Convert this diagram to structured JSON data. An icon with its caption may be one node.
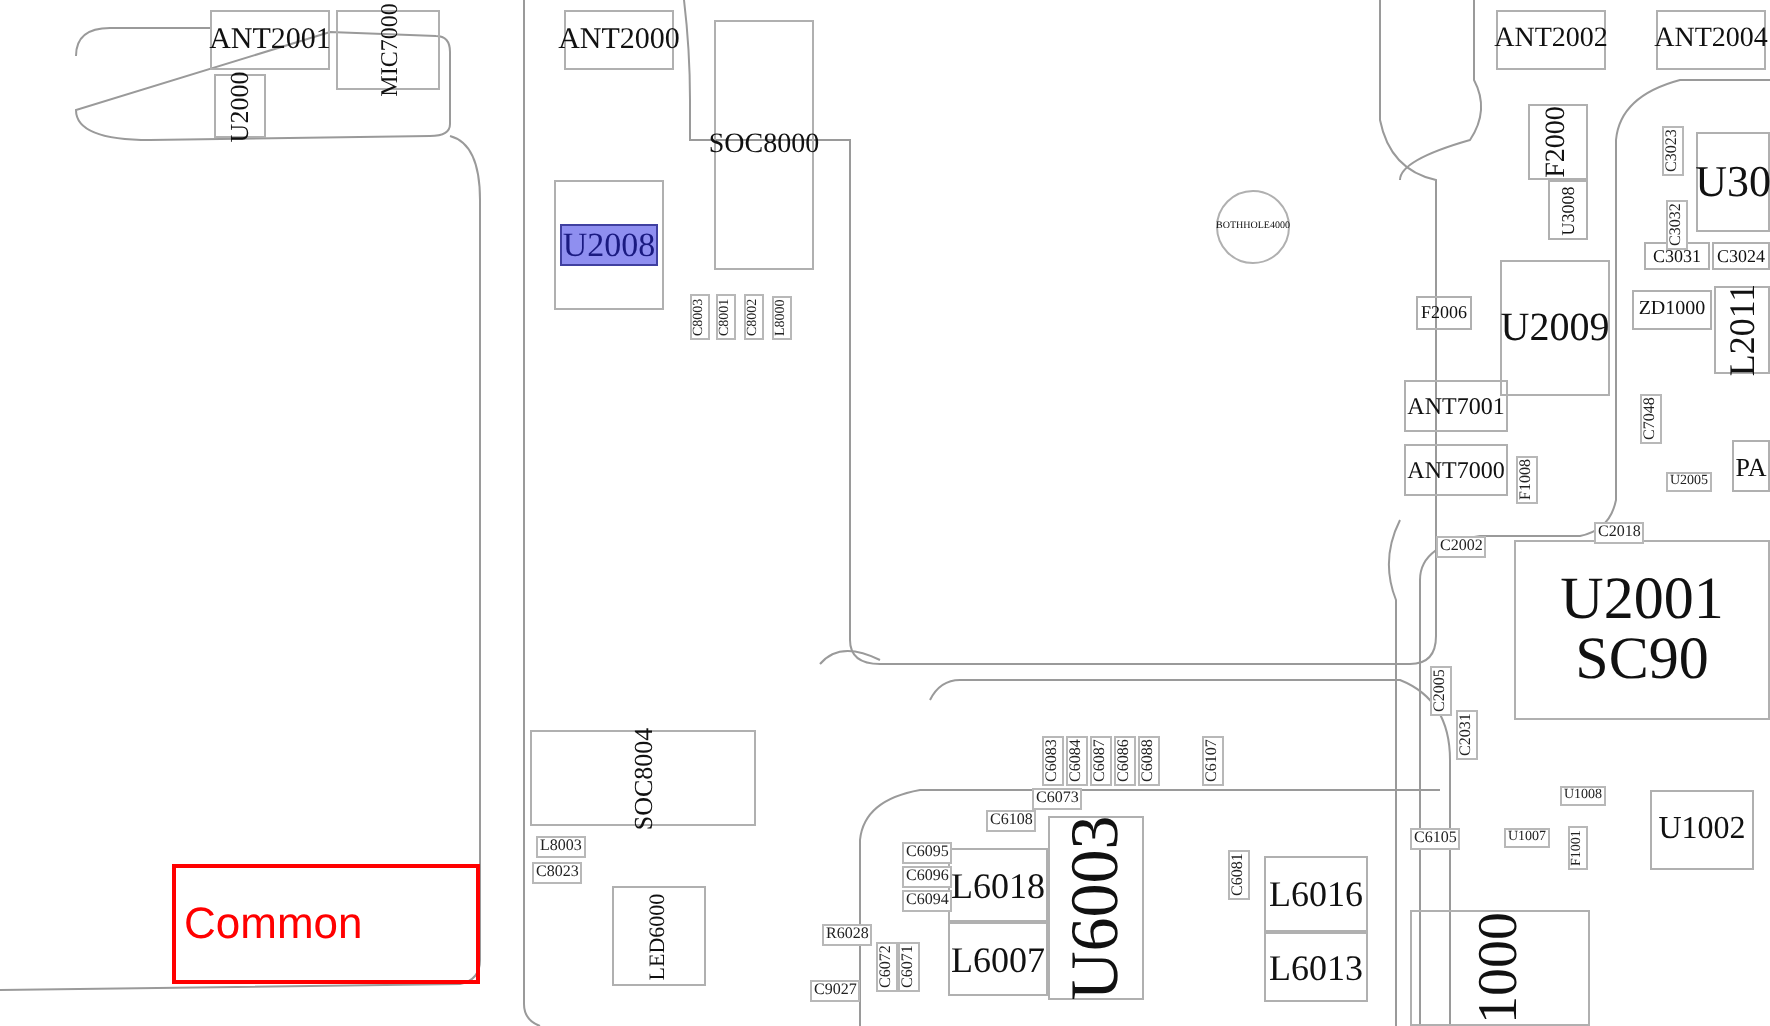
{
  "diagram": {
    "nodes": [
      {
        "text": [
          "ANT2001"
        ]
      },
      {
        "text": [
          "U2000"
        ]
      },
      {
        "text": [
          "MIC7000"
        ]
      },
      {
        "text": [
          "ANT2000"
        ]
      },
      {
        "text": [
          "SOC8000"
        ]
      },
      {
        "text": [
          "U2008"
        ]
      },
      {
        "text": [
          "BOTHHOLE4000"
        ]
      },
      {
        "text": [
          "ANT2002"
        ]
      },
      {
        "text": [
          "ANT2004"
        ]
      },
      {
        "text": [
          "F2000"
        ]
      },
      {
        "text": [
          "U3008"
        ]
      },
      {
        "text": [
          "U30"
        ]
      },
      {
        "text": [
          "C3031"
        ]
      },
      {
        "text": [
          "C3024"
        ]
      },
      {
        "text": [
          "U2009"
        ]
      },
      {
        "text": [
          "F2006"
        ]
      },
      {
        "text": [
          "ZD1000"
        ]
      },
      {
        "text": [
          "L2011"
        ]
      },
      {
        "text": [
          "ANT7001"
        ]
      },
      {
        "text": [
          "ANT7000"
        ]
      },
      {
        "text": [
          "PA"
        ]
      },
      {
        "text": [
          "U2001",
          "SC90"
        ]
      },
      {
        "text": [
          "U6003"
        ]
      },
      {
        "text": [
          "L6018"
        ]
      },
      {
        "text": [
          "L6007"
        ]
      },
      {
        "text": [
          "L6016"
        ]
      },
      {
        "text": [
          "L6013"
        ]
      },
      {
        "text": [
          "U1002"
        ]
      },
      {
        "text": [
          "1000"
        ]
      },
      {
        "text": [
          "SOC8004"
        ]
      },
      {
        "text": [
          "LED6000"
        ]
      },
      {
        "text": [
          "Common"
        ]
      }
    ],
    "labels": [
      "C8003",
      "C8001",
      "C8002",
      "L8000",
      "C3023",
      "C3032",
      "C7048",
      "F1008",
      "U2005",
      "C2002",
      "C2018",
      "C2005",
      "C2031",
      "C6083",
      "C6084",
      "C6087",
      "C6086",
      "C6088",
      "C6107",
      "C6073",
      "C6108",
      "C6095",
      "C6096",
      "C6094",
      "C6072",
      "C6071",
      "C6081",
      "C6105",
      "U1008",
      "U1007",
      "F1001",
      "L8003",
      "C8023",
      "R6028",
      "C9027"
    ]
  }
}
